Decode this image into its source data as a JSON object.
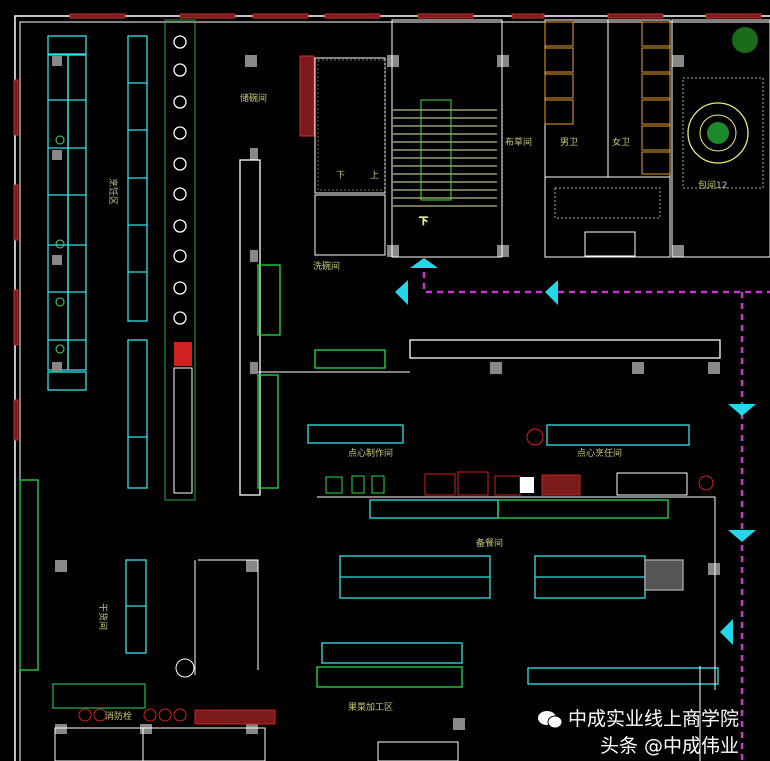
{
  "drawing": {
    "rooms": {
      "bowl_storage": "储碗间",
      "dishwashing": "洗碗间",
      "linen": "布草间",
      "mens_wc": "男卫",
      "womens_wc": "女卫",
      "private_room": "包间12",
      "cooking_area": "烹饪区",
      "dry_goods": "干货间",
      "fire_hydrant": "消防栓",
      "pastry_making": "点心制作间",
      "pastry_cooking": "点心烹任间",
      "pantry": "备餐间",
      "produce_processing": "果菜加工区",
      "stair_down": "下",
      "stair_up": "上",
      "stair2_down": "下"
    },
    "colors": {
      "background": "#000000",
      "wall": "#ffffff",
      "cabinet": "#33e0e8",
      "equipment": "#22dd44",
      "window": "#c83030",
      "flow_path": "#cc33cc",
      "arrow": "#22d8e8",
      "column": "#909090",
      "label": "#c8c878"
    }
  },
  "watermark": {
    "line1": "中成实业线上商学院",
    "line2": "头条 @中成伟业"
  }
}
